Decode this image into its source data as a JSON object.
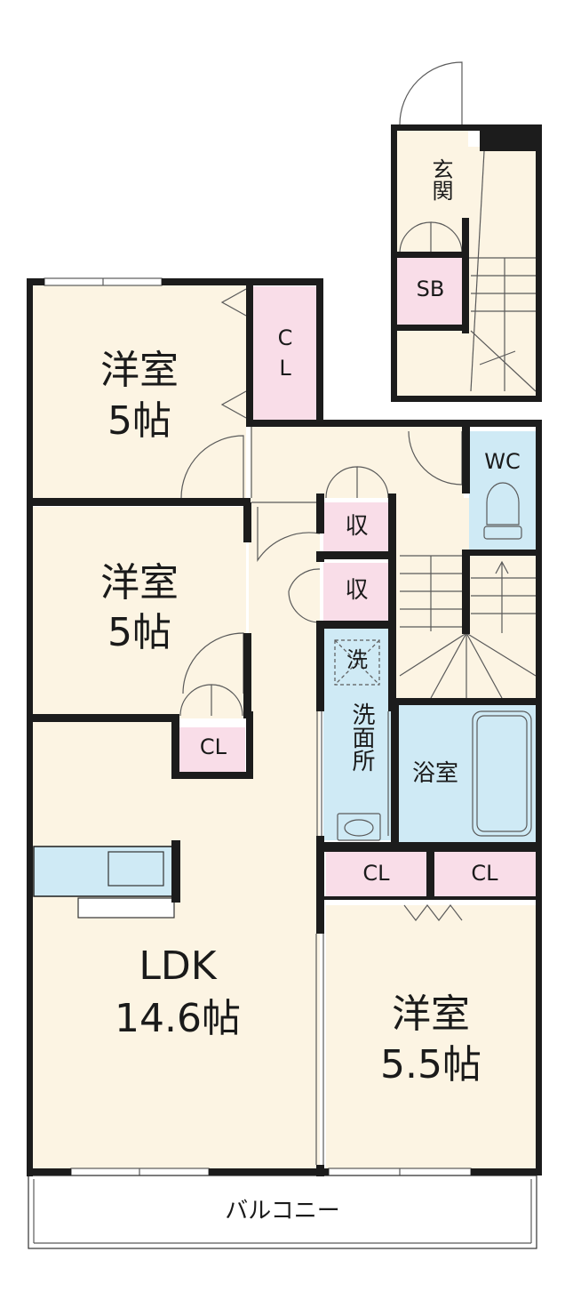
{
  "rooms": {
    "genkan": "玄関",
    "sb": "SB",
    "cl_top_line1": "C",
    "cl_top_line2": "L",
    "western1_name": "洋室",
    "western1_size": "5帖",
    "western2_name": "洋室",
    "western2_size": "5帖",
    "cl_w2": "CL",
    "wc": "WC",
    "storage1": "収",
    "storage2": "収",
    "washer": "洗",
    "washroom": "洗面所",
    "bath": "浴室",
    "cl_b1": "CL",
    "cl_b2": "CL",
    "ldk_name": "LDK",
    "ldk_size": "14.6帖",
    "western3_name": "洋室",
    "western3_size": "5.5帖",
    "balcony": "バルコニー"
  },
  "colors": {
    "floor": "#fcf4e3",
    "closet": "#f9dde8",
    "wet": "#cfeaf5",
    "wall": "#1c1c1c",
    "line": "#5a5a5a"
  }
}
